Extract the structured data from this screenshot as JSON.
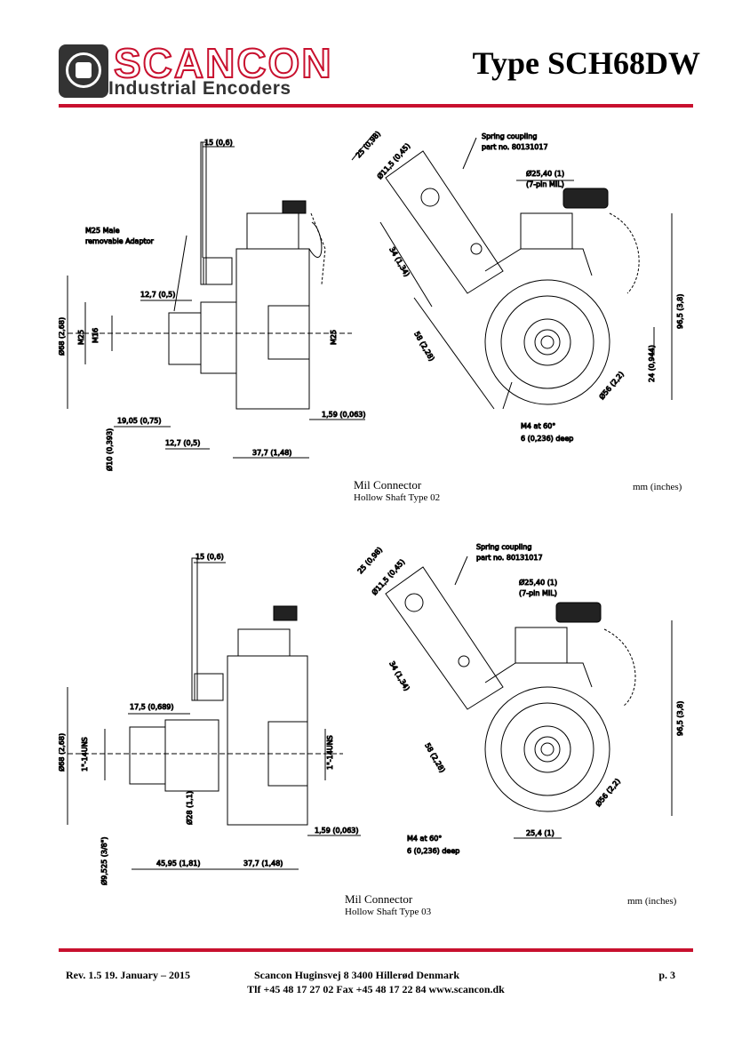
{
  "header": {
    "logo_text": "SCANCON",
    "logo_subtitle": "Industrial Encoders",
    "title": "Type SCH68DW"
  },
  "drawing1": {
    "caption": "Mil Connector",
    "subcaption": "Hollow Shaft Type 02",
    "units": "mm (inches)",
    "labels": {
      "d15": "15 (0,6)",
      "adaptor1": "M25 Male",
      "adaptor2": "removable Adaptor",
      "d12a": "12,7 (0,5)",
      "d68": "Ø68 (2,68)",
      "m25a": "M25",
      "m16": "M16",
      "m25b": "M25",
      "d1905": "19,05 (0,75)",
      "d10": "Ø10 (0,393)",
      "d12b": "12,7 (0,5)",
      "d159": "1,59 (0,063)",
      "d377": "37,7 (1,48)",
      "d25": "25 (0,98)",
      "d115": "Ø11,5 (0,45)",
      "spring1": "Spring coupling",
      "spring2": "part no. 80131017",
      "d2540": "Ø25,40 (1)",
      "pin": "(7-pin MIL)",
      "d34": "34 (1,34)",
      "d965": "96,5 (3,8)",
      "d24": "24 (0,944)",
      "d58": "58 (2,28)",
      "d56": "Ø56 (2,2)",
      "m4a": "M4 at 60°",
      "m4b": "6 (0,236) deep"
    }
  },
  "drawing2": {
    "caption": "Mil Connector",
    "subcaption": "Hollow Shaft Type 03",
    "units": "mm (inches)",
    "labels": {
      "d15": "15 (0,6)",
      "d175": "17,5 (0,689)",
      "d68": "Ø68 (2,68)",
      "unsa": "1\"-14UNS",
      "unsb": "1\"-14UNS",
      "d28": "Ø28 (1,1)",
      "d159": "1,59 (0,063)",
      "d9525": "Ø9,525 (3/8\")",
      "d4595": "45,95 (1,81)",
      "d377": "37,7 (1,48)",
      "d25": "25 (0,98)",
      "d115": "Ø11,5 (0,45)",
      "spring1": "Spring coupling",
      "spring2": "part no. 80131017",
      "d2540": "Ø25,40 (1)",
      "pin": "(7-pin MIL)",
      "d34": "34 (1,34)",
      "d965": "96,5 (3,8)",
      "d58": "58 (2,28)",
      "d56": "Ø56 (2,2)",
      "m4a": "M4 at 60°",
      "m4b": "6 (0,236) deep",
      "d254": "25,4 (1)"
    }
  },
  "footer": {
    "rev": "Rev. 1.5   19. January – 2015",
    "address": "Scancon     Huginsvej 8     3400  Hillerød     Denmark",
    "page": "p. 3",
    "contact": "Tlf  +45 48 17 27 02     Fax +45 48 17 22 84     www.scancon.dk"
  },
  "colors": {
    "accent": "#c8102e",
    "ink": "#000000",
    "logo_dark": "#333333"
  }
}
